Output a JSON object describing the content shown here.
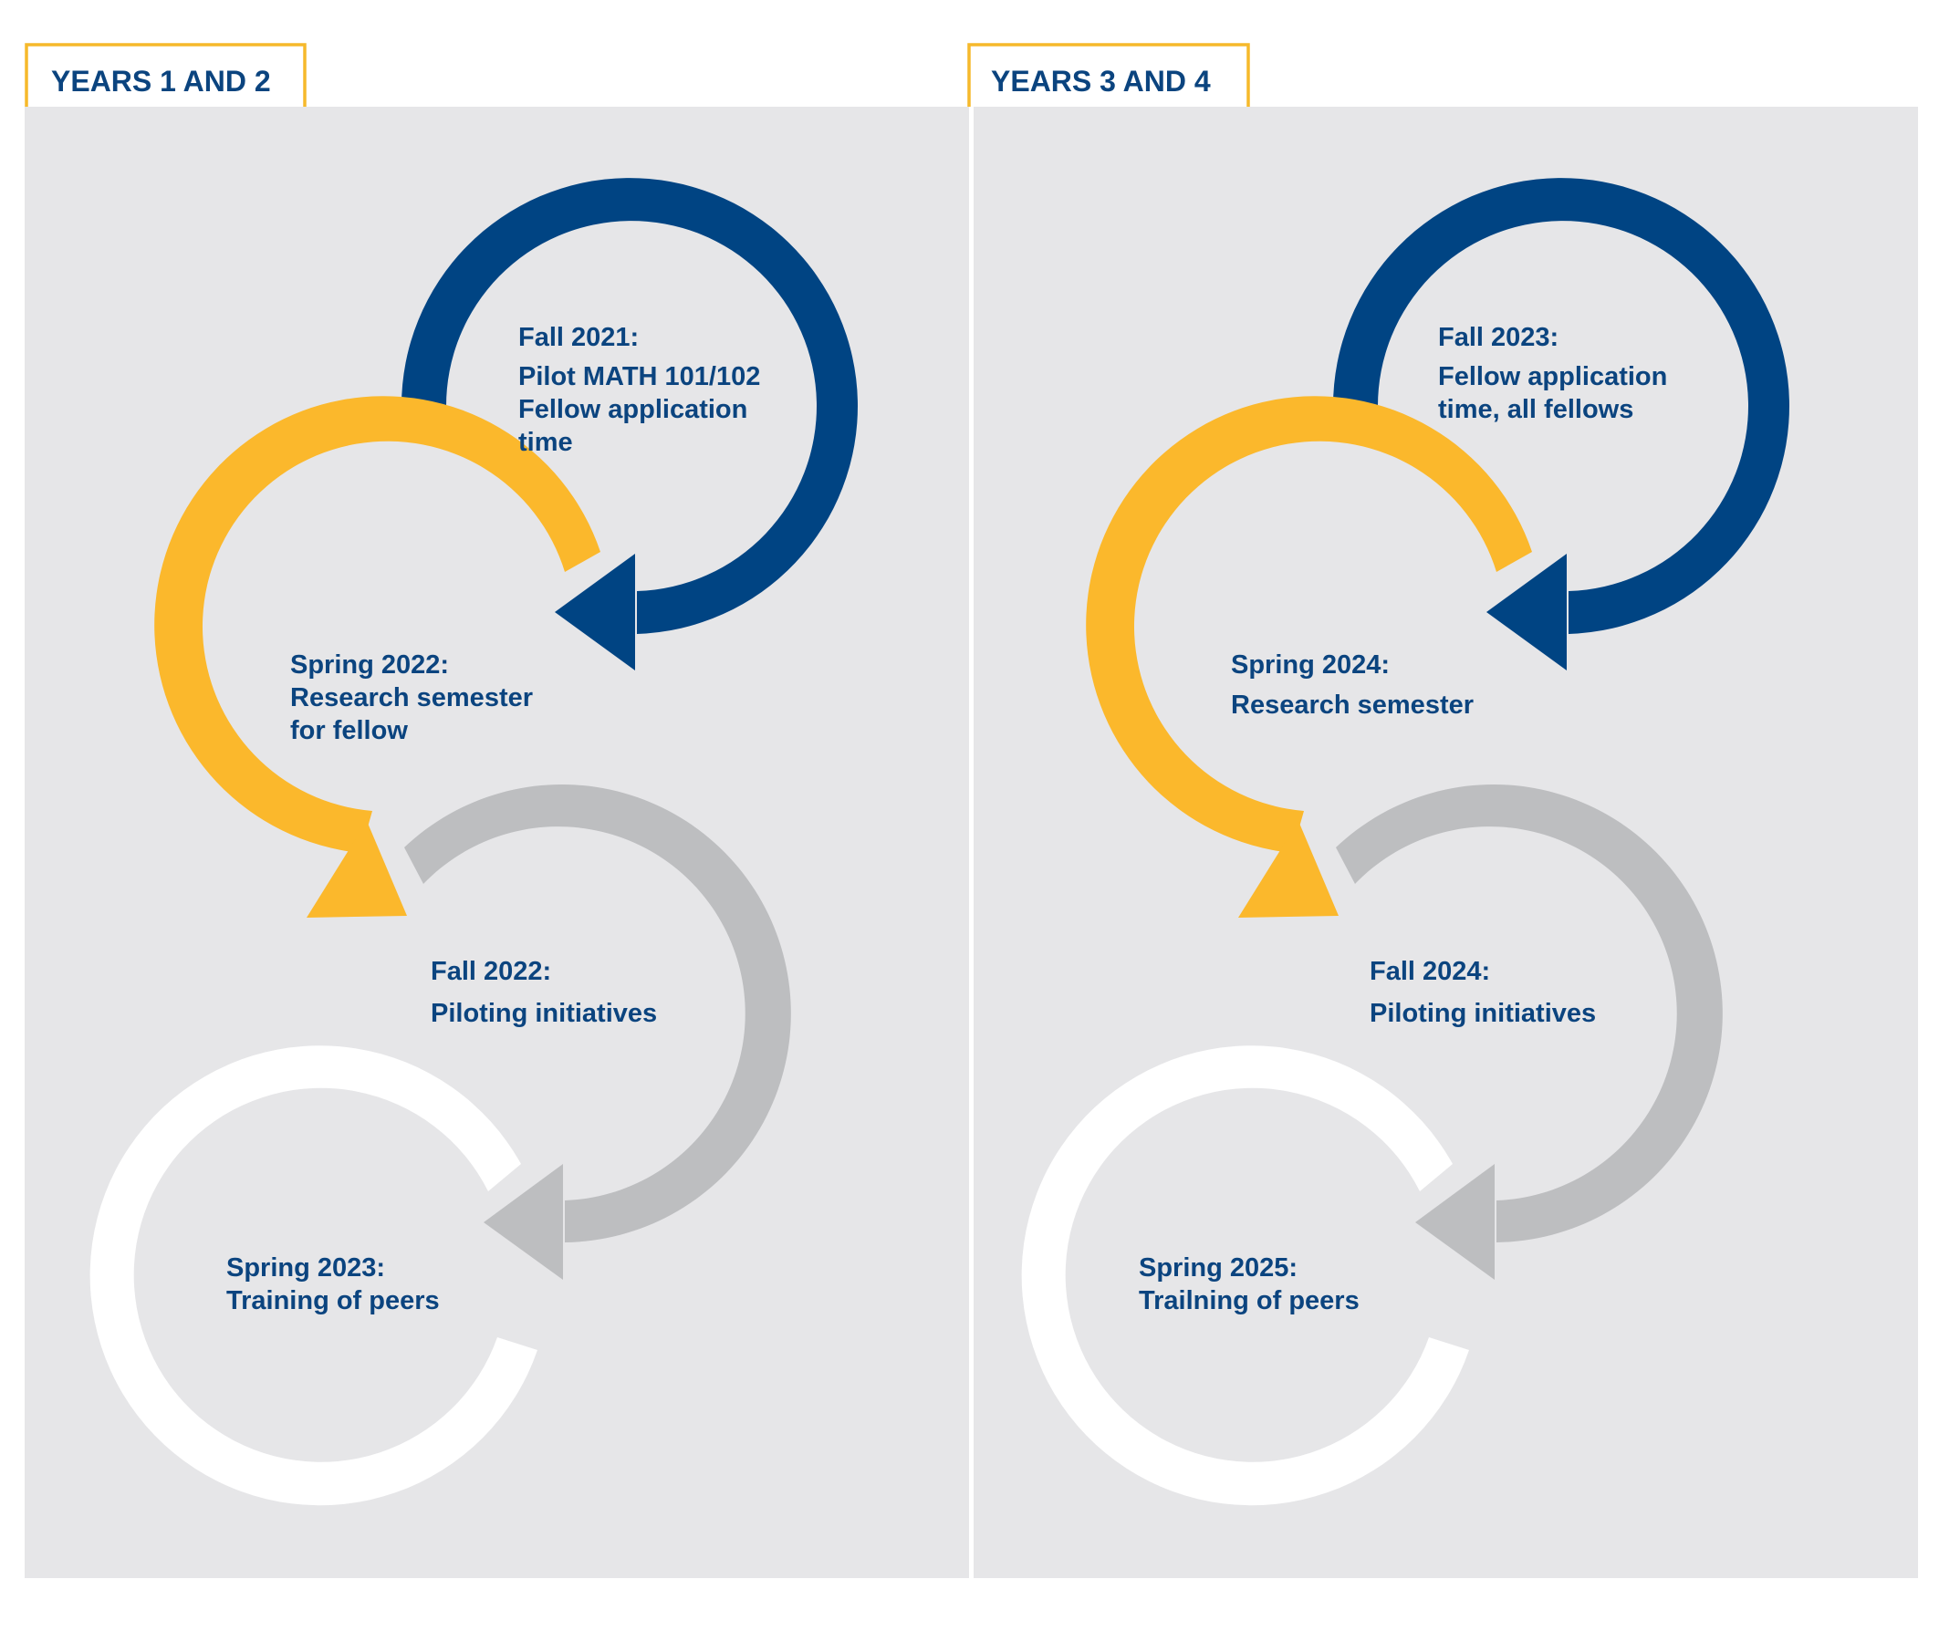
{
  "colors": {
    "background": "#ffffff",
    "panel": "#e6e6e8",
    "panel_divider": "#ffffff",
    "tab_border": "#f6b92b",
    "text": "#0b447f",
    "arrow_navy": "#004483",
    "arrow_gold": "#fbb82c",
    "arrow_gray": "#bdbec0",
    "ring_white": "#ffffff"
  },
  "panels": [
    {
      "tab_label": "YEARS 1 AND 2",
      "stages": [
        {
          "lines": [
            "Fall 2021:",
            "Pilot MATH 101/102",
            "Fellow application",
            "time"
          ]
        },
        {
          "lines": [
            "Spring 2022:",
            "Research semester",
            "for fellow"
          ]
        },
        {
          "lines": [
            "Fall 2022:",
            "Piloting initiatives"
          ]
        },
        {
          "lines": [
            "Spring 2023:",
            "Training of peers"
          ]
        }
      ]
    },
    {
      "tab_label": "YEARS 3 AND 4",
      "stages": [
        {
          "lines": [
            "Fall 2023:",
            "Fellow application",
            "time,  all fellows"
          ]
        },
        {
          "lines": [
            "Spring 2024:",
            "Research semester"
          ]
        },
        {
          "lines": [
            "Fall 2024:",
            "Piloting initiatives"
          ]
        },
        {
          "lines": [
            "Spring 2025:",
            "Trailning of peers"
          ]
        }
      ]
    }
  ]
}
